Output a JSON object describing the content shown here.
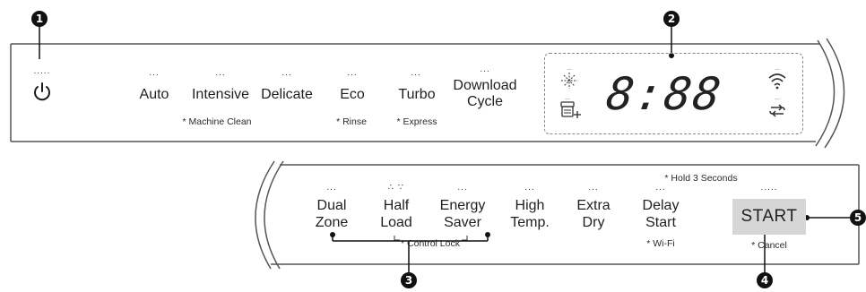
{
  "callouts": {
    "c1": "1",
    "c2": "2",
    "c3": "3",
    "c4": "4",
    "c5": "5"
  },
  "top_panel": {
    "power": {
      "icon": "power-icon",
      "dots": "....."
    },
    "programs": [
      {
        "label": "Auto",
        "note": "",
        "dots": "..."
      },
      {
        "label": "Intensive",
        "note": "* Machine Clean",
        "dots": "..."
      },
      {
        "label": "Delicate",
        "note": "",
        "dots": "..."
      },
      {
        "label": "Eco",
        "note": "* Rinse",
        "dots": "..."
      },
      {
        "label": "Turbo",
        "note": "* Express",
        "dots": "..."
      },
      {
        "label_line1": "Download",
        "label_line2": "Cycle",
        "note": "",
        "dots": "..."
      }
    ],
    "display": {
      "digits": "8:88",
      "icons": [
        "sparkle-icon",
        "detergent-icon",
        "wifi-icon",
        "remote-icon"
      ]
    }
  },
  "bottom_panel": {
    "hold_note": "* Hold 3 Seconds",
    "options": [
      {
        "line1": "Dual",
        "line2": "Zone",
        "note": "",
        "dots": "..."
      },
      {
        "line1": "Half",
        "line2": "Load",
        "note": "",
        "dots": "∴ ∵"
      },
      {
        "line1": "Energy",
        "line2": "Saver",
        "note": "",
        "dots": "..."
      },
      {
        "line1": "High",
        "line2": "Temp.",
        "note": "",
        "dots": "..."
      },
      {
        "line1": "Extra",
        "line2": "Dry",
        "note": "",
        "dots": "..."
      },
      {
        "line1": "Delay",
        "line2": "Start",
        "note": "* Wi-Fi",
        "dots": "..."
      }
    ],
    "control_lock": "* Control Lock",
    "start": {
      "label": "START",
      "note": "* Cancel",
      "dots": "....."
    }
  }
}
